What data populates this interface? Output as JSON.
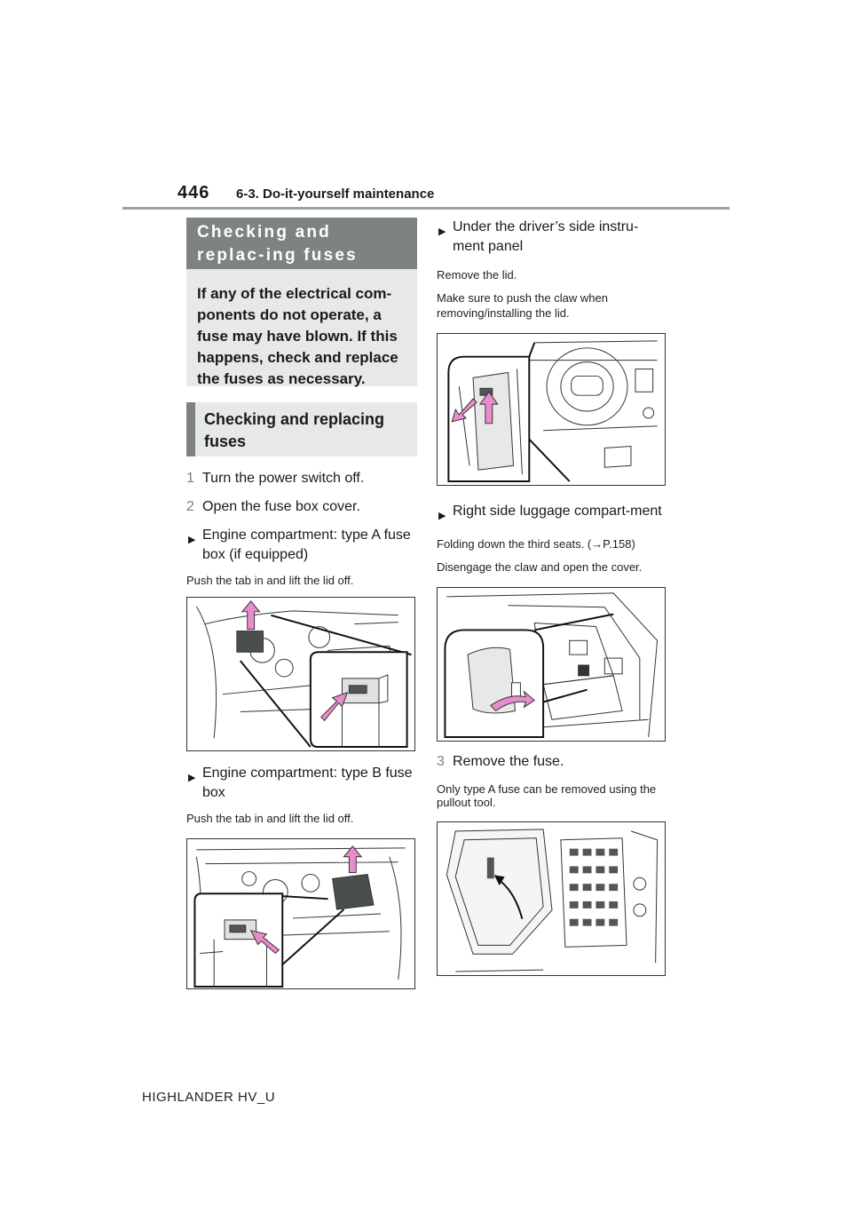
{
  "header": {
    "page_number": "446",
    "section": "6-3. Do-it-yourself maintenance"
  },
  "left": {
    "section_heading": "Checking and replac-ing fuses",
    "intro": "If any of the electrical com-ponents do not operate, a fuse may have blown. If this happens, check and replace the fuses as necessary.",
    "subheading": "Checking and replacing fuses",
    "step1": {
      "num": "1",
      "text": "Turn the power switch off."
    },
    "step2": {
      "num": "2",
      "text": "Open the fuse box cover."
    },
    "bullet_a": "Engine compartment: type A fuse box (if equipped)",
    "note_a": "Push the tab in and lift the lid off.",
    "bullet_b": "Engine compartment: type B fuse box",
    "note_b": "Push the tab in and lift the lid off."
  },
  "right": {
    "bullet_panel": "Under the driver’s side instru-ment panel",
    "note_panel_1": "Remove the lid.",
    "note_panel_2": "Make sure to push the claw when removing/installing the lid.",
    "bullet_luggage": "Right side luggage compart-ment",
    "note_luggage_1": "Folding down the third seats. (→P.158)",
    "note_luggage_2": "Disengage the claw and open the cover.",
    "step3": {
      "num": "3",
      "text": "Remove the fuse."
    },
    "note_step3": "Only type A fuse can be removed using the pullout tool."
  },
  "footer": {
    "model": "HIGHLANDER HV_U"
  },
  "colors": {
    "accent_gray": "#7c8380",
    "light_box": "#e7e9e8",
    "arrow_pink": "#e98ccc"
  },
  "icons": {
    "bullet": "triangle-right-icon",
    "arrow": "pink-arrow-icon"
  }
}
